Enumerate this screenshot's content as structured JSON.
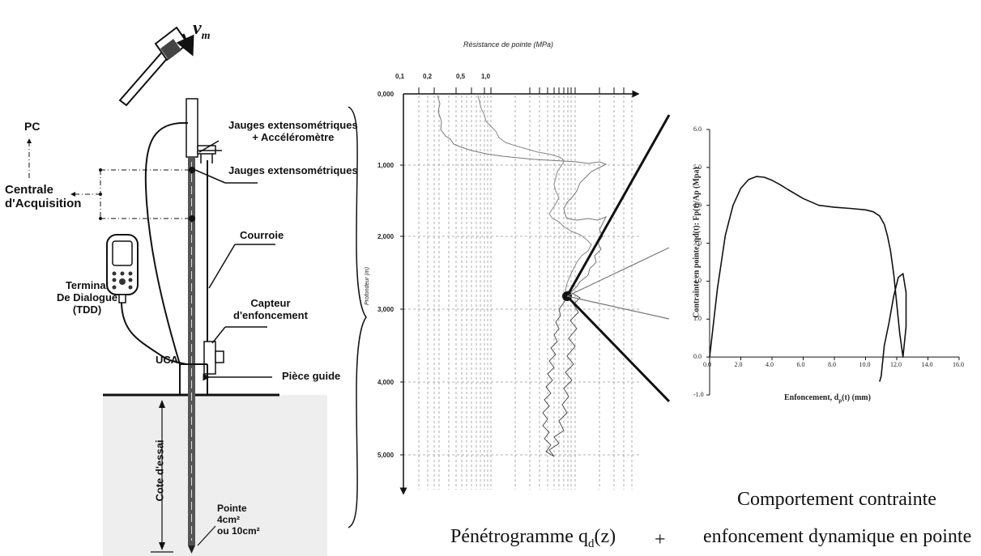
{
  "apparatus": {
    "hammer_symbol": "v",
    "hammer_symbol_sub": "m",
    "pc": "PC",
    "centrale_line1": "Centrale",
    "centrale_line2": "d'Acquisition",
    "jauges_accel_line1": "Jauges extensométriques",
    "jauges_accel_line2": "+ Accéléromètre",
    "jauges": "Jauges extensométriques",
    "courroie": "Courroie",
    "terminal_line1": "Terminal",
    "terminal_line2": "De Dialogue",
    "terminal_line3": "(TDD)",
    "capteur_line1": "Capteur",
    "capteur_line2": "d'enfoncement",
    "uca": "UCA",
    "piece_guide": "Pièce guide",
    "cote_essai": "Cote d'essai",
    "pointe_line1": "Pointe",
    "pointe_line2": "4cm²",
    "pointe_line3": "ou 10cm²"
  },
  "penetrogram": {
    "title": "Résistance de pointe (MPa)",
    "x_ticks": [
      "0,1",
      "0,2",
      "0,5",
      "1,0"
    ],
    "y_label": "Profondeur (m)",
    "y_ticks": [
      "0,000",
      "1,000",
      "2,000",
      "3,000",
      "4,000",
      "5,000"
    ],
    "caption": "Pénétrogramme q",
    "caption_sub": "d",
    "caption_tail": "(z)"
  },
  "plus_sign": "+",
  "chart_data": {
    "type": "line",
    "title": "",
    "xlabel": "Enfoncement, d",
    "xlabel_sub": "p",
    "xlabel_tail": "(t) (mm)",
    "ylabel": "Contrainte en pointe, qd(t): Fp(t)/Ap (Mpa)",
    "x_ticks": [
      "0.0",
      "2.0",
      "4.0",
      "6.0",
      "8.0",
      "10.0",
      "12.0",
      "14.0",
      "16.0"
    ],
    "y_ticks": [
      "6.0",
      "5.0",
      "4.0",
      "3.0",
      "2.0",
      "1.0",
      "0.0",
      "-1.0"
    ],
    "xlim": [
      0,
      16
    ],
    "ylim": [
      -1,
      6
    ],
    "grid": false,
    "series": [
      {
        "x": [
          0.0,
          0.5,
          1.0,
          1.5,
          2.0,
          2.5,
          3.0,
          3.5,
          4.0,
          4.5,
          5.0,
          6.0,
          7.0,
          8.0,
          9.0,
          10.0,
          10.5,
          10.9,
          11.2,
          11.4,
          11.6,
          11.8,
          12.0,
          12.2,
          12.4,
          12.6,
          12.6,
          12.4,
          12.1,
          11.8,
          11.5,
          11.2,
          11.0,
          10.9
        ],
        "y": [
          0.0,
          1.8,
          3.2,
          4.0,
          4.45,
          4.68,
          4.76,
          4.74,
          4.66,
          4.55,
          4.42,
          4.18,
          4.0,
          3.95,
          3.92,
          3.88,
          3.83,
          3.72,
          3.5,
          3.2,
          2.8,
          2.2,
          1.4,
          0.6,
          0.0,
          0.8,
          1.7,
          2.2,
          2.1,
          1.6,
          0.9,
          0.3,
          -0.5,
          -0.65
        ]
      }
    ],
    "captions": [
      "Comportement contrainte",
      "enfoncement dynamique en pointe"
    ]
  }
}
